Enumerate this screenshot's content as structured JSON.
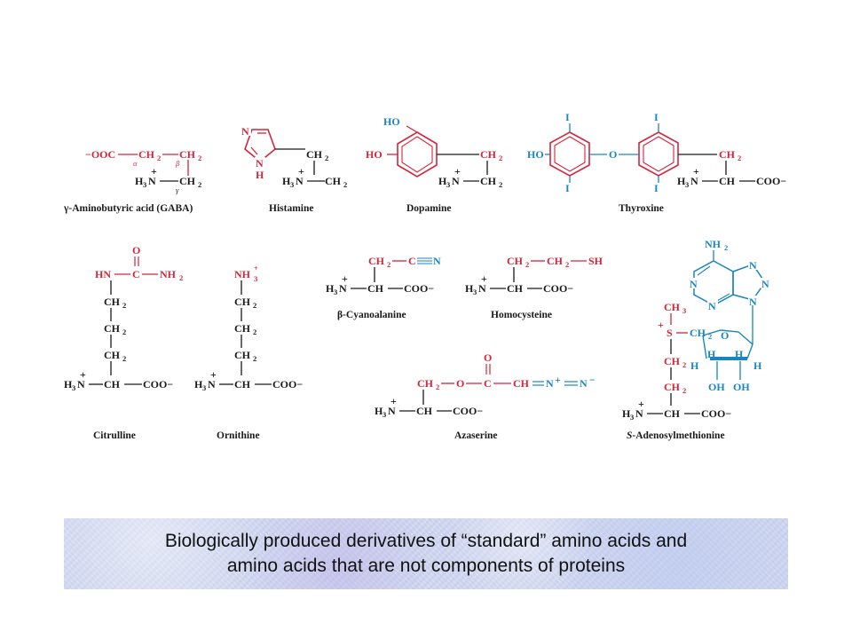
{
  "caption": {
    "line1": "Biologically produced derivatives of “standard” amino acids and",
    "line2": "amino acids that are not components of proteins"
  },
  "colors": {
    "highlight_red": "#d6243a",
    "highlight_blue": "#1a86c0",
    "black": "#1a1a1a",
    "caption_bg": "#cfd7ef"
  },
  "molecules": {
    "gaba": {
      "name": "γ-Aminobutyric acid (GABA)",
      "ooc": "−OOC",
      "ch2": "CH",
      "two": "2",
      "ch2b": "CH",
      "ch2c": "CH",
      "h": "H",
      "three": "3",
      "n": "N",
      "plus": "+",
      "ch2d": "CH",
      "alpha": "α",
      "beta": "β",
      "gamma": "γ"
    },
    "histamine": {
      "name": "Histamine",
      "ring_n1": "N",
      "ring_n2": "N",
      "ring_h": "H",
      "ch2": "CH",
      "two": "2",
      "h": "H",
      "three": "3",
      "n": "N",
      "plus": "+",
      "ch2b": "CH"
    },
    "dopamine": {
      "name": "Dopamine",
      "ho1": "HO",
      "ho2": "HO",
      "ch2": "CH",
      "two": "2",
      "h": "H",
      "three": "3",
      "n": "N",
      "plus": "+",
      "ch2b": "CH"
    },
    "thyroxine": {
      "name": "Thyroxine",
      "i1": "I",
      "i2": "I",
      "i3": "I",
      "i4": "I",
      "ho": "HO",
      "o": "O",
      "ch2": "CH",
      "two": "2",
      "h": "H",
      "three": "3",
      "n": "N",
      "plus": "+",
      "ch": "CH",
      "coo": "COO−"
    },
    "citrulline": {
      "name": "Citrulline",
      "o": "O",
      "hn": "HN",
      "c": "C",
      "nh2": "NH",
      "two": "2",
      "ch2": "CH",
      "h": "H",
      "three": "3",
      "n": "N",
      "plus": "+",
      "ch": "CH",
      "coo": "COO−"
    },
    "ornithine": {
      "name": "Ornithine",
      "nh3": "NH",
      "three": "3",
      "plus_top": "+",
      "ch2": "CH",
      "two": "2",
      "h": "H",
      "n": "N",
      "plus": "+",
      "ch": "CH",
      "coo": "COO−"
    },
    "cyanoalanine": {
      "name": "β-Cyanoalanine",
      "ch2": "CH",
      "two": "2",
      "c": "C",
      "nn": "N",
      "h": "H",
      "three": "3",
      "n": "N",
      "plus": "+",
      "ch": "CH",
      "coo": "COO−"
    },
    "homocysteine": {
      "name": "Homocysteine",
      "ch2": "CH",
      "two": "2",
      "sh": "SH",
      "h": "H",
      "three": "3",
      "n": "N",
      "plus": "+",
      "ch": "CH",
      "coo": "COO−"
    },
    "azaserine": {
      "name": "Azaserine",
      "ch2": "CH",
      "two": "2",
      "o": "O",
      "o_top": "O",
      "c": "C",
      "ch_red": "CH",
      "n1": "N",
      "plus_n": "+",
      "n2": "N",
      "minus": "−",
      "h": "H",
      "three": "3",
      "n": "N",
      "plus": "+",
      "ch": "CH",
      "coo": "COO−"
    },
    "sam": {
      "name_prefix": "S",
      "name": "-Adenosylmethionine",
      "nh2": "NH",
      "two": "2",
      "n_a": "N",
      "n_b": "N",
      "n_c": "N",
      "n_d": "N",
      "n_e": "N",
      "ch3": "CH",
      "three": "3",
      "plus_s": "+",
      "s": "S",
      "ch2_r": "CH",
      "o_ring": "O",
      "h1": "H",
      "h2": "H",
      "h3": "H",
      "h4": "H",
      "oh1": "OH",
      "oh2": "OH",
      "ch2a": "CH",
      "ch2b": "CH",
      "h": "H",
      "n": "N",
      "plus": "+",
      "ch": "CH",
      "coo": "COO−"
    }
  }
}
